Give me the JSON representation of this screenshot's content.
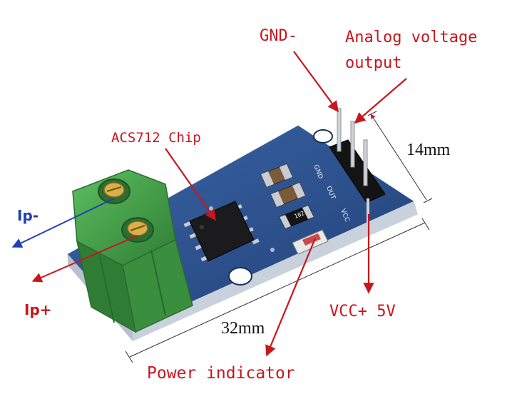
{
  "labels": {
    "gnd": "GND-",
    "analog": "Analog voltage",
    "output": "output",
    "chip": "ACS712 Chip",
    "width": "14mm",
    "ip_minus": "Ip-",
    "ip_plus": "Ip+",
    "length": "32mm",
    "vcc": "VCC+ 5V",
    "power": "Power indicator"
  },
  "silkscreen": {
    "gnd": "GND",
    "out": "OUT",
    "vcc": "VCC",
    "r": "102"
  },
  "colors": {
    "annotation_red": "#c8161d",
    "annotation_blue": "#1f3fb4",
    "pcb_blue": "#2a4f8c",
    "terminal_green": "#3f9e45"
  }
}
